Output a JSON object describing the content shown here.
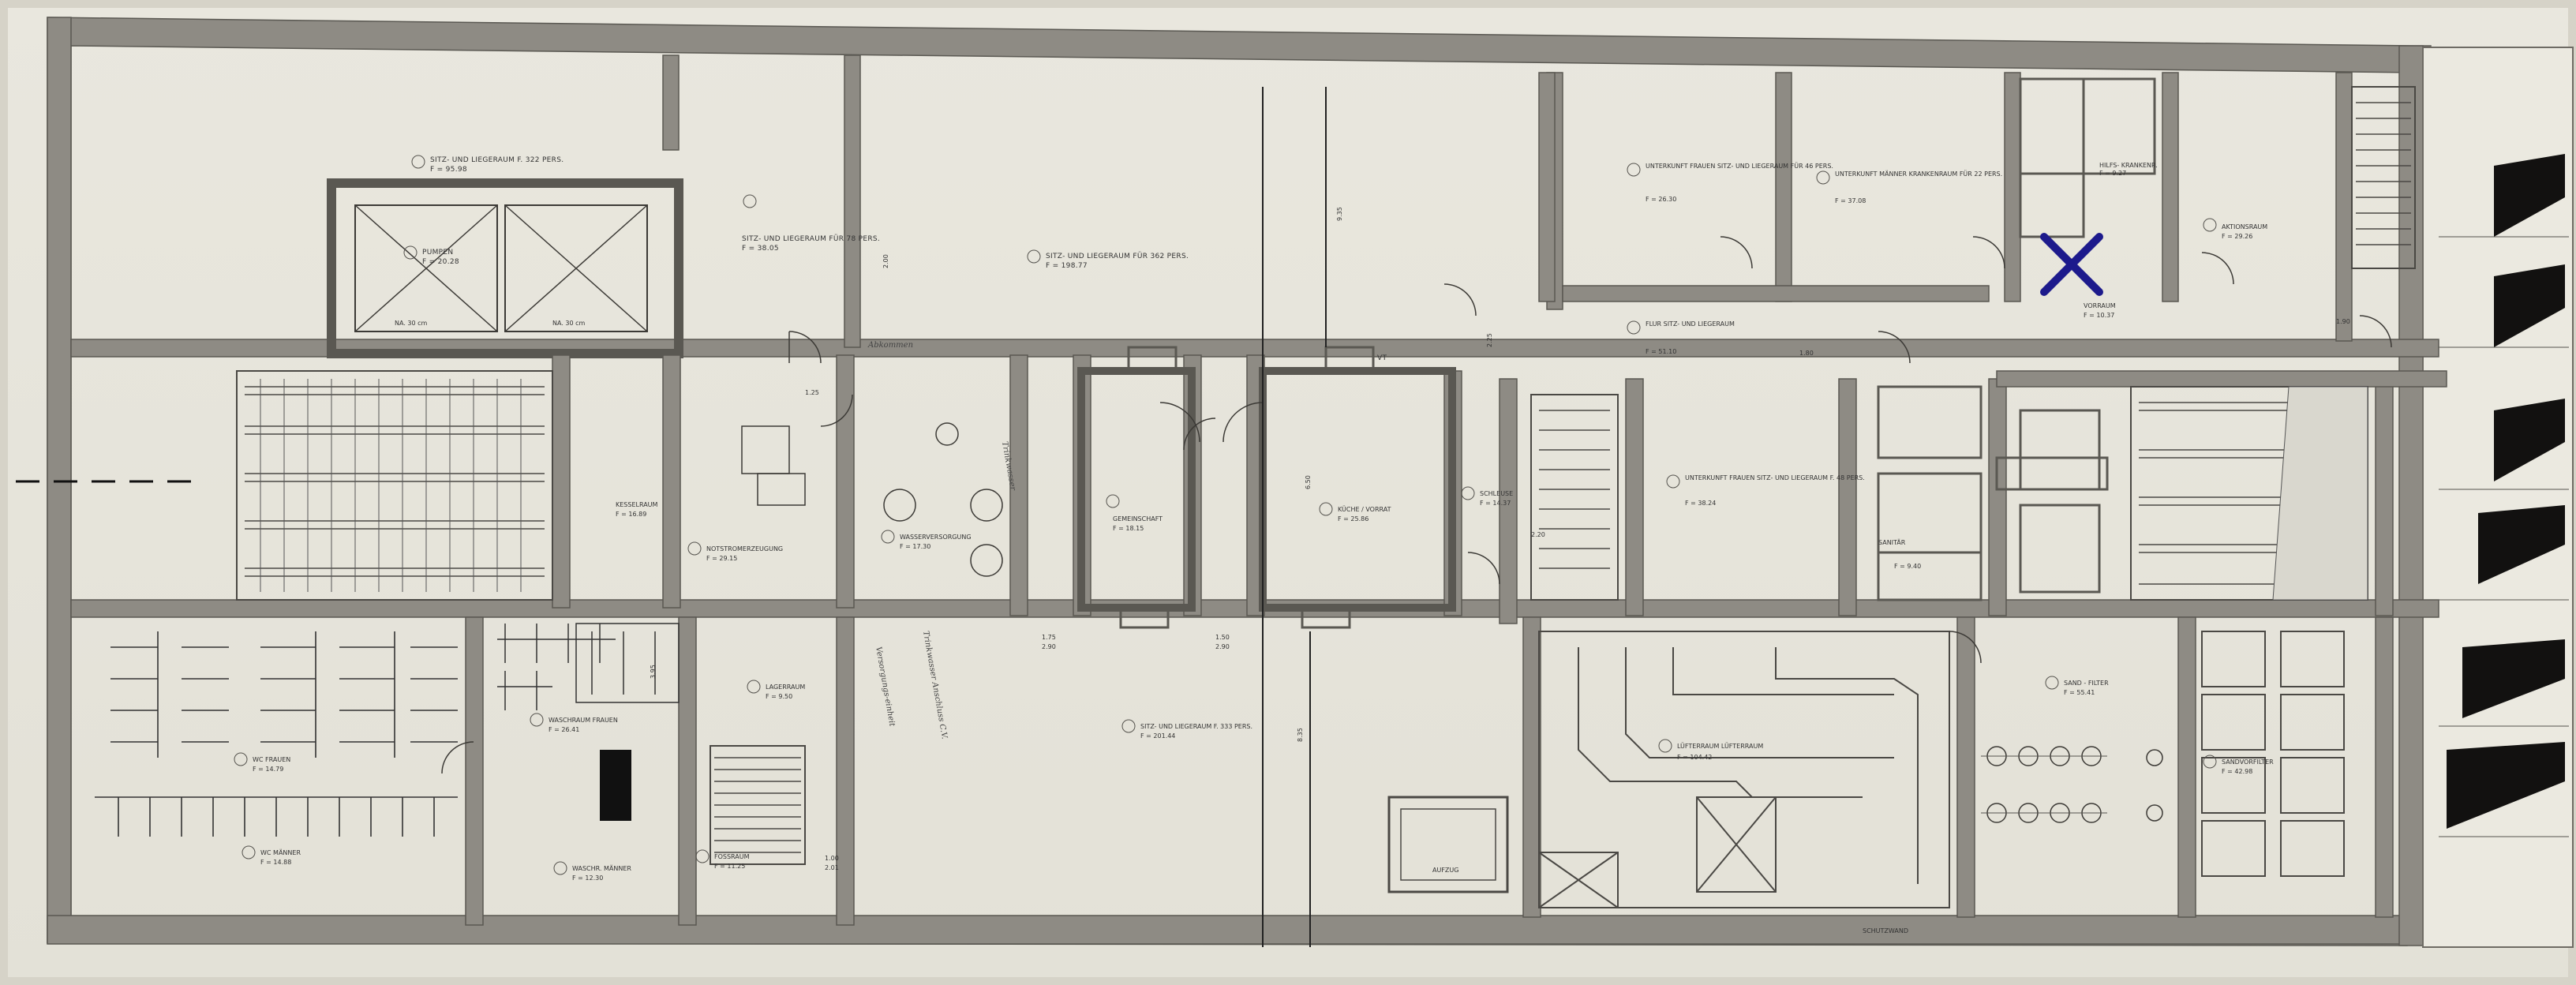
{
  "rooms": [
    {
      "id": "r-sitz-links",
      "title": "SITZ- UND LIEGERAUM F. 322 PERS.",
      "area": "F = 95.98"
    },
    {
      "id": "r-pumpen",
      "title": "PUMPEN",
      "area": "F = 20.28"
    },
    {
      "id": "r-sitz-78",
      "title": "SITZ- UND LIEGERAUM FÜR 78 PERS.",
      "area": "F = 38.05"
    },
    {
      "id": "r-sitz-362",
      "title": "SITZ- UND LIEGERAUM FÜR 362 PERS.",
      "area": "F = 198.77"
    },
    {
      "id": "r-unterkunft-frauen",
      "title": "UNTERKUNFT FRAUEN SITZ- UND LIEGERAUM FÜR 46 PERS.",
      "area": "F = 26.30"
    },
    {
      "id": "r-unterkunft-maenner",
      "title": "UNTERKUNFT MÄNNER KRANKENRAUM FÜR 22 PERS.",
      "area": "F = 37.08"
    },
    {
      "id": "r-hilfs",
      "title": "HILFS- KRANKENR.",
      "area": "F = 9.27"
    },
    {
      "id": "r-aktionsraum",
      "title": "AKTIONSRAUM",
      "area": "F = 29.26"
    },
    {
      "id": "r-vorraum",
      "title": "VORRAUM",
      "area": "F = 10.37"
    },
    {
      "id": "r-flur",
      "title": "FLUR SITZ- UND LIEGERAUM",
      "area": "F = 51.10"
    },
    {
      "id": "r-kesselraum",
      "title": "KESSELRAUM",
      "area": "F = 16.89"
    },
    {
      "id": "r-notstrom",
      "title": "NOTSTROMERZEUGUNG",
      "area": "F = 29.15"
    },
    {
      "id": "r-wasser",
      "title": "WASSERVERSORGUNG",
      "area": "F = 17.30"
    },
    {
      "id": "r-gemeinschaft-1",
      "title": "GEMEINSCHAFT",
      "area": "F = 18.15"
    },
    {
      "id": "r-gemeinschaft-2",
      "title": "KÜCHE / VORRAT",
      "area": "F = 25.86"
    },
    {
      "id": "r-schleuse-1",
      "title": "SCHLEUSE",
      "area": "F = 14.37"
    },
    {
      "id": "r-unterkunft-frauen-2",
      "title": "UNTERKUNFT FRAUEN SITZ- UND LIEGERAUM F. 48 PERS.",
      "area": "F = 38.24"
    },
    {
      "id": "r-sanitaer",
      "title": "SANITÄR",
      "area": "F = 9.40"
    },
    {
      "id": "r-lagerraum",
      "title": "LAGERRAUM",
      "area": "F = 9.50"
    },
    {
      "id": "r-waschraum-frauen",
      "title": "WASCHRAUM FRAUEN",
      "area": "F = 26.41"
    },
    {
      "id": "r-wc-frauen",
      "title": "WC FRAUEN",
      "area": "F = 14.79"
    },
    {
      "id": "r-wc-maenner",
      "title": "WC MÄNNER",
      "area": "F = 14.88"
    },
    {
      "id": "r-waschraum-maenner",
      "title": "WASCHR. MÄNNER",
      "area": "F = 12.30"
    },
    {
      "id": "r-sitz-333",
      "title": "SITZ- UND LIEGERAUM F. 333 PERS.",
      "area": "F = 201.44"
    },
    {
      "id": "r-luefterraum",
      "title": "LÜFTERRAUM LÜFTERRAUM",
      "area": "F = 104.42"
    },
    {
      "id": "r-filter",
      "title": "SAND - FILTER",
      "area": "F = 55.41"
    },
    {
      "id": "r-sandfilter-2",
      "title": "SANDVORFILTER",
      "area": "F = 42.98"
    },
    {
      "id": "r-fossraum",
      "title": "FOSSRAUM",
      "area": "F = 11.25"
    }
  ],
  "annotations": {
    "aufzug": "AUFZUG",
    "schutzwand": "SCHUTZWAND",
    "notausgang_left": "NA. 30 cm",
    "notausgang_right": "NA. 30 cm",
    "vt": "VT",
    "hand_1": "Trinkwasser",
    "hand_2": "Abkommen",
    "hand_3": "Versorgungs-einheit",
    "hand_4": "Trinkwasser Anschluss C.V."
  },
  "dimensions": {
    "d1": "2.00",
    "d2": "1.25",
    "d3": "9.35",
    "d4": "6.50",
    "d5": "8.35",
    "d6": "2.90",
    "d7": "1.75",
    "d8": "2.90",
    "d9": "1.50",
    "d10": "2.25",
    "d11": "1.80",
    "d12": "1.90",
    "d13": "2.20",
    "d14": "3.95",
    "d15": "1.00",
    "d16": "2.01"
  },
  "marker": {
    "symbol": "X",
    "color": "#1d1a8c"
  },
  "colors": {
    "paper": "#e9e7de",
    "ink": "#3c3a36",
    "wall": "#8e8b84"
  }
}
